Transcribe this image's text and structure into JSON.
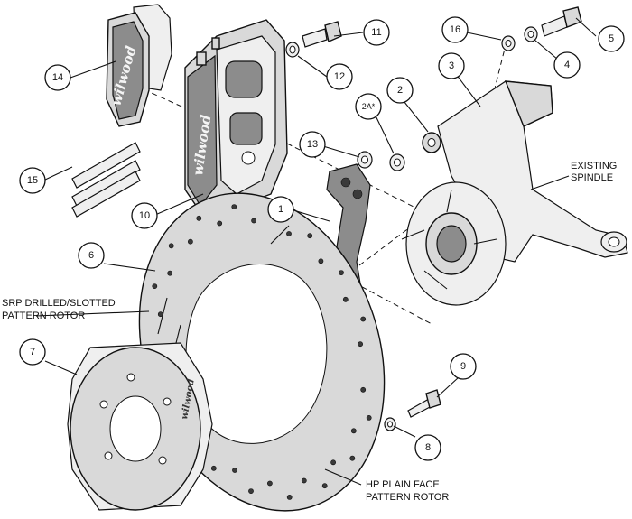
{
  "callouts": {
    "c1": "1",
    "c2": "2",
    "c2a": "2A*",
    "c3": "3",
    "c4": "4",
    "c5": "5",
    "c6": "6",
    "c7": "7",
    "c8": "8",
    "c9": "9",
    "c10": "10",
    "c11": "11",
    "c12": "12",
    "c13": "13",
    "c14": "14",
    "c15": "15",
    "c16": "16"
  },
  "labels": {
    "spindle_line1": "EXISTING",
    "spindle_line2": "SPINDLE",
    "srp_line1": "SRP DRILLED/SLOTTED",
    "srp_line2": "PATTERN ROTOR",
    "hp_line1": "HP PLAIN FACE",
    "hp_line2": "PATTERN ROTOR"
  },
  "branding": {
    "pad_logo": "wilwood",
    "caliper_logo": "wilwood",
    "hat_logo": "wilwood"
  }
}
